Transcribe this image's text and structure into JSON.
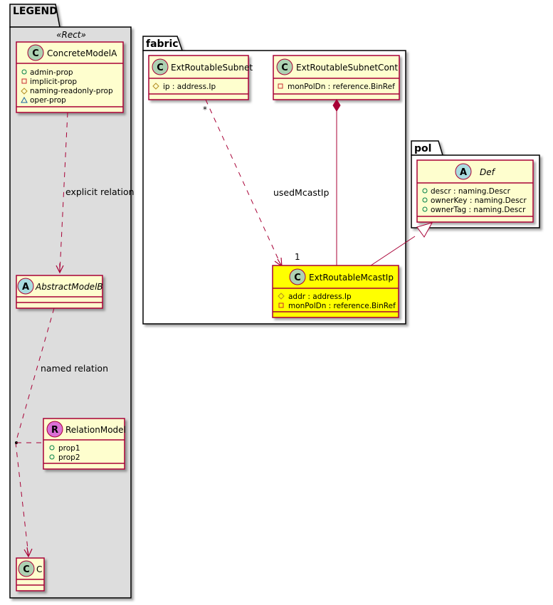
{
  "colors": {
    "class_fill": "#FEFECE",
    "class_stroke": "#A80036",
    "highlight_fill": "#FFFF00",
    "legend_bg": "#DDDDDD",
    "package_bg": "#FFFFFF",
    "edge": "#A80036",
    "circle_class": "#ADD1B2",
    "circle_abstract": "#A9DCDF",
    "circle_relation": "#DA70D6",
    "vis_public": "#038048",
    "vis_private": "#C82930",
    "vis_protected": "#B38D22",
    "vis_package": "#1963A0"
  },
  "packages": {
    "legend": {
      "title": "LEGEND",
      "stereotype": "«Rect»"
    },
    "fabric": {
      "title": "fabric"
    },
    "pol": {
      "title": "pol"
    }
  },
  "classes": {
    "concrete_model_a": {
      "glyph": "C",
      "name": "ConcreteModelA",
      "attributes": [
        {
          "visibility": "public",
          "text": "admin-prop"
        },
        {
          "visibility": "private",
          "text": "implicit-prop"
        },
        {
          "visibility": "protected",
          "text": "naming-readonly-prop"
        },
        {
          "visibility": "package",
          "text": "oper-prop"
        }
      ]
    },
    "abstract_model_b": {
      "glyph": "A",
      "name": "AbstractModelB",
      "attributes": []
    },
    "relation_model": {
      "glyph": "R",
      "name": "RelationModel",
      "attributes": [
        {
          "visibility": "public",
          "text": "prop1"
        },
        {
          "visibility": "public",
          "text": "prop2"
        }
      ]
    },
    "c": {
      "glyph": "C",
      "name": "C",
      "attributes": []
    },
    "ext_routable_subnet": {
      "glyph": "C",
      "name": "ExtRoutableSubnet",
      "attributes": [
        {
          "visibility": "protected",
          "text": "ip : address.Ip"
        }
      ]
    },
    "ext_routable_subnet_cont": {
      "glyph": "C",
      "name": "ExtRoutableSubnetCont",
      "attributes": [
        {
          "visibility": "private",
          "text": "monPolDn : reference.BinRef"
        }
      ]
    },
    "ext_routable_mcast_ip": {
      "glyph": "C",
      "name": "ExtRoutableMcastIp",
      "attributes": [
        {
          "visibility": "protected",
          "text": "addr : address.Ip"
        },
        {
          "visibility": "private",
          "text": "monPolDn : reference.BinRef"
        }
      ]
    },
    "def": {
      "glyph": "A",
      "name": "Def",
      "attributes": [
        {
          "visibility": "public",
          "text": "descr : naming.Descr"
        },
        {
          "visibility": "public",
          "text": "ownerKey : naming.Descr"
        },
        {
          "visibility": "public",
          "text": "ownerTag : naming.Descr"
        }
      ]
    }
  },
  "relations": {
    "explicit": {
      "label": "explicit relation"
    },
    "named": {
      "label": "named relation"
    },
    "used_mcast_ip": {
      "label": "usedMcastIp",
      "source_mult": "*",
      "target_mult": "1"
    }
  }
}
